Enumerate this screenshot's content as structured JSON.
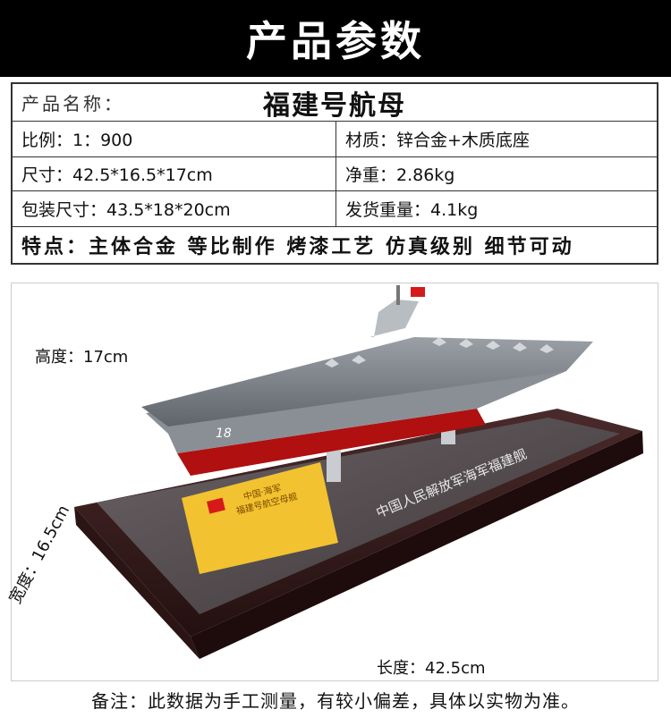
{
  "header": {
    "title": "产品参数"
  },
  "specs": {
    "name_label": "产品名称：",
    "name_value": "福建号航母",
    "scale": "比例：1：900",
    "material": "材质：锌合金+木质底座",
    "size": "尺寸：42.5*16.5*17cm",
    "net_weight": "净重：2.86kg",
    "package_size": "包装尺寸：43.5*18*20cm",
    "shipping_weight": "发货重量：4.1kg",
    "features": "特点：主体合金 等比制作 烤漆工艺 仿真级别 细节可动"
  },
  "photo": {
    "height_label": "高度：17cm",
    "width_label": "宽度：16.5cm",
    "length_label": "长度：42.5cm",
    "plaque_text": "中国人民解放军海军福建舰",
    "hull_number": "18",
    "card_title": "中国·海军",
    "card_subtitle": "福建号航空母舰"
  },
  "footer": {
    "note": "备注：此数据为手工测量，有较小偏差，具体以实物为准。"
  },
  "colors": {
    "header_bg": "#000000",
    "border": "#333333",
    "base_wood": "#3a2020",
    "hull_red": "#b01010",
    "gold_card": "#f2c230"
  }
}
